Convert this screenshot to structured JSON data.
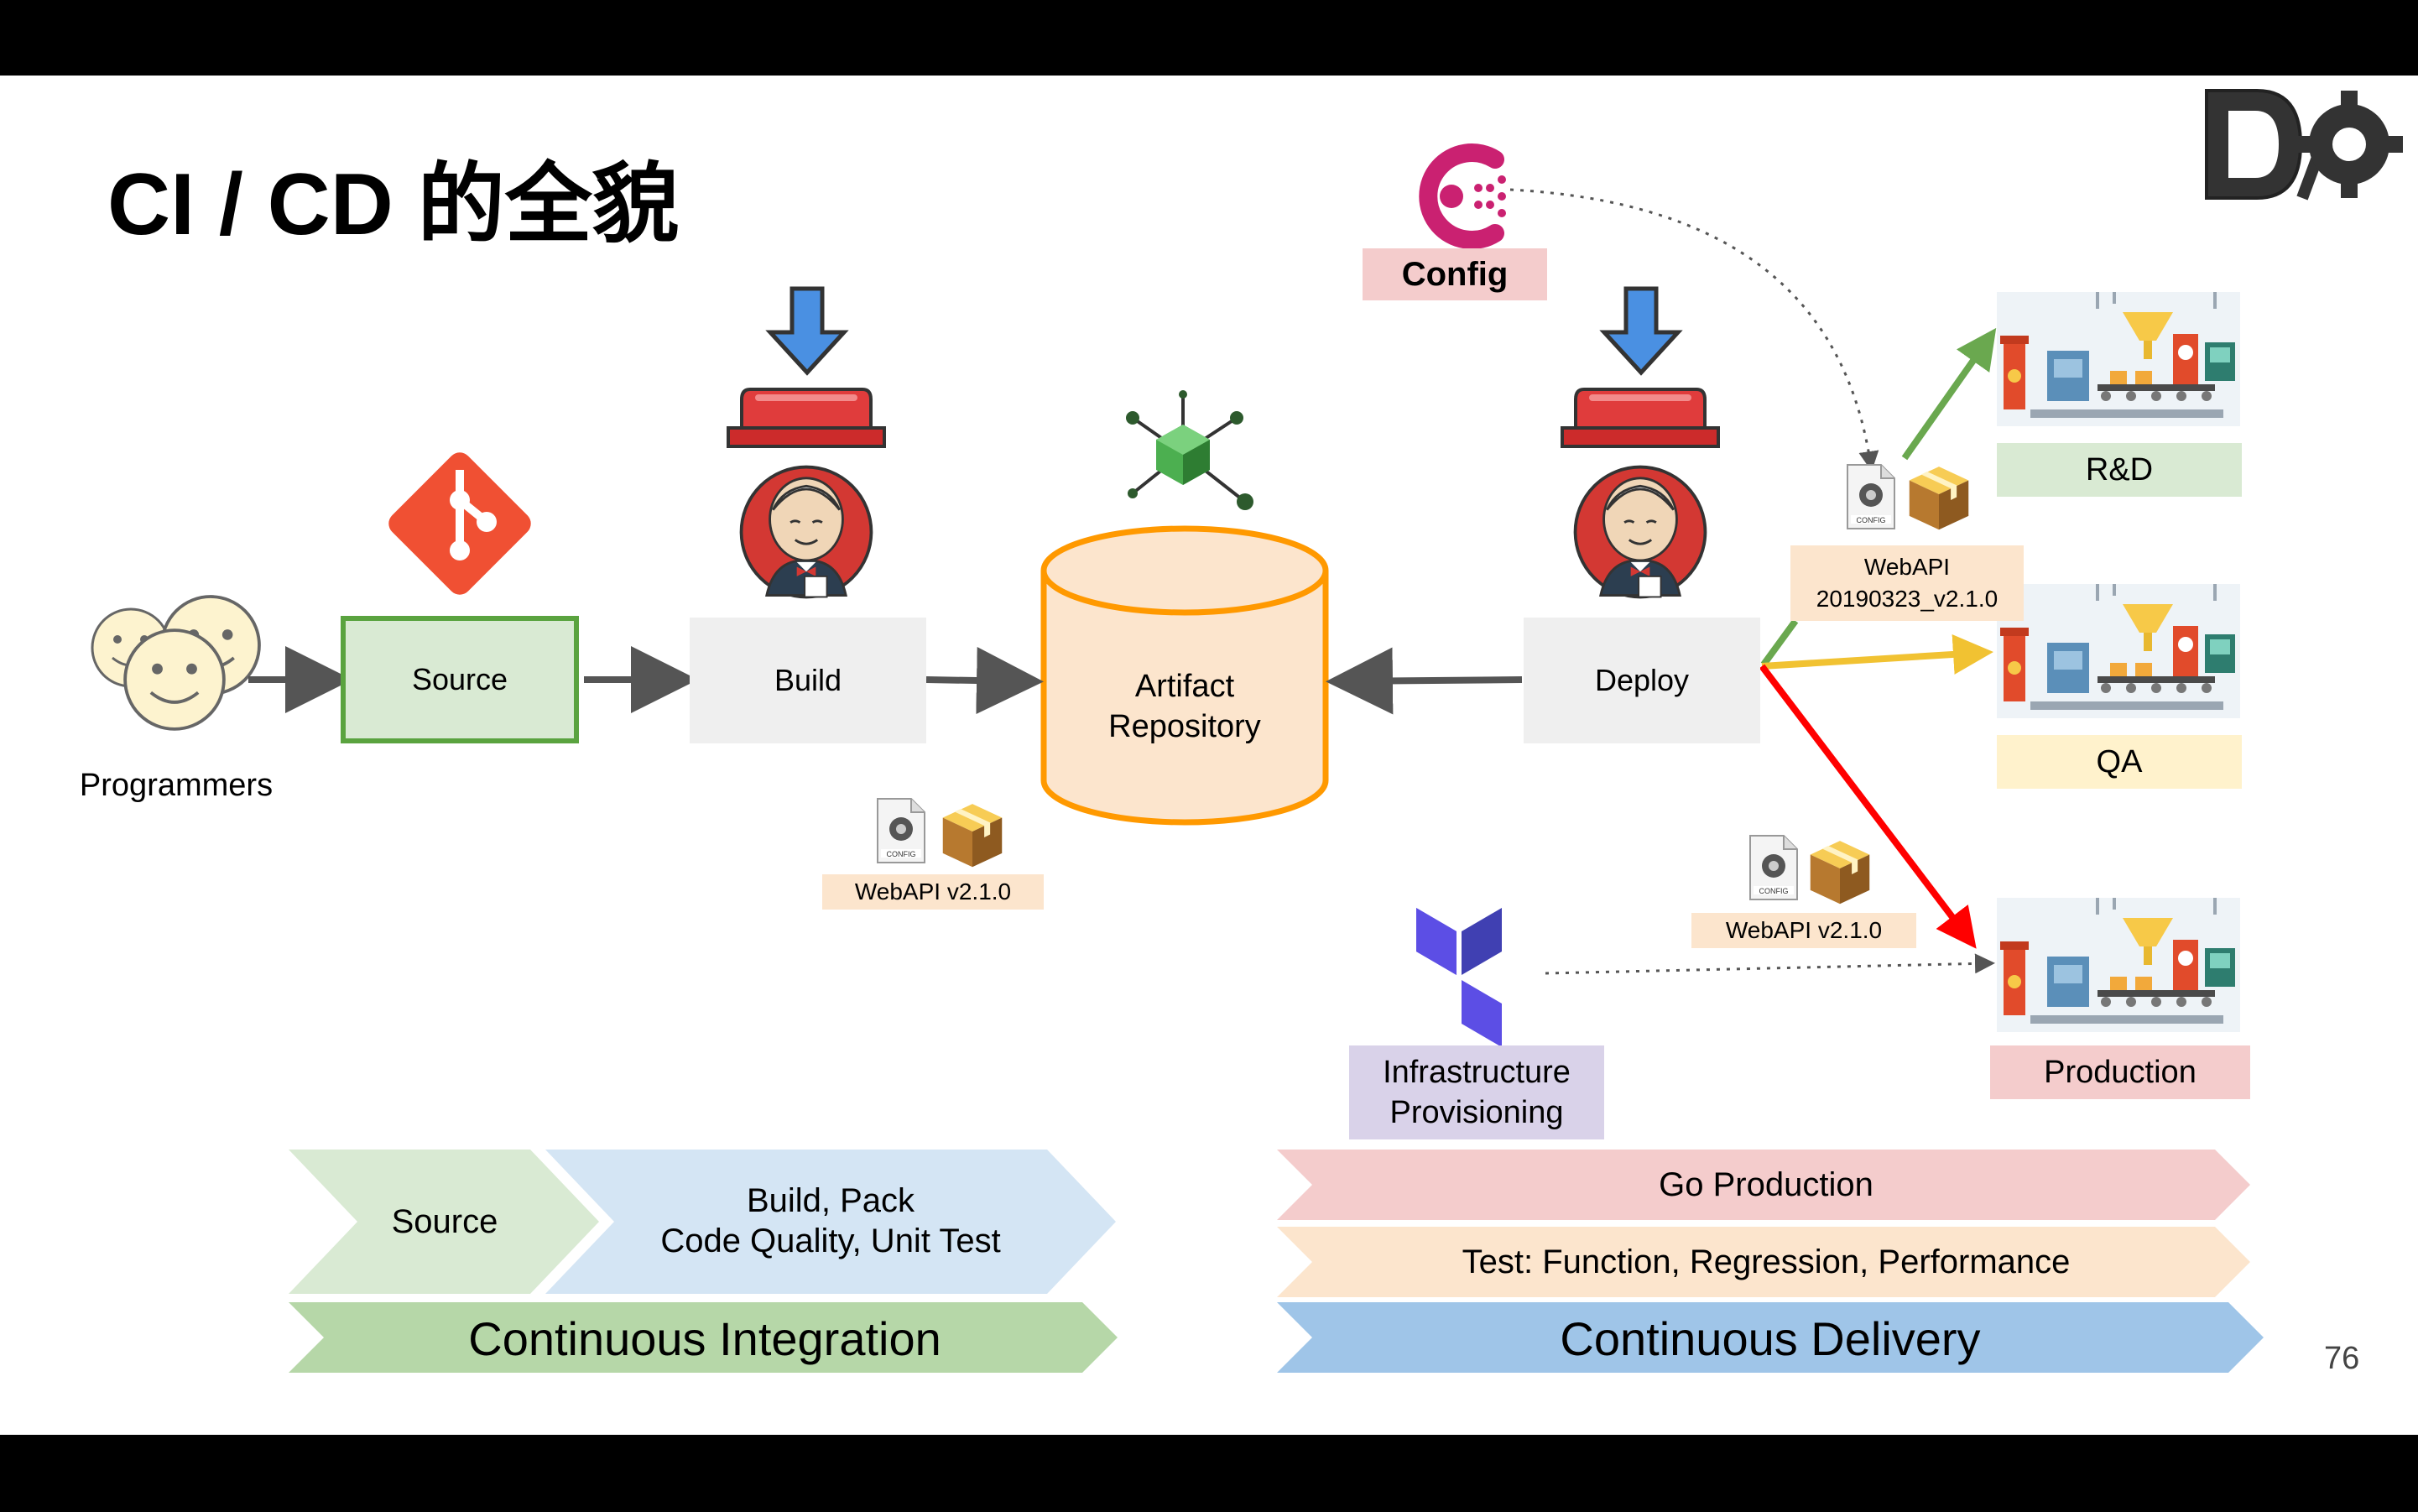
{
  "slide": {
    "title": "CI / CD 的全貌",
    "page_number": "76",
    "logo_icon": "devops-gear-logo-icon"
  },
  "ci_flow": {
    "programmers_label": "Programmers",
    "source_label": "Source",
    "build_label": "Build",
    "artifact_label_line1": "Artifact",
    "artifact_label_line2": "Repository",
    "build_package_label": "WebAPI v2.1.0"
  },
  "cd_flow": {
    "config_label": "Config",
    "deploy_label": "Deploy",
    "rd_package_line1": "WebAPI",
    "rd_package_line2": "20190323_v2.1.0",
    "prod_package_label": "WebAPI v2.1.0",
    "infra_line1": "Infrastructure",
    "infra_line2": "Provisioning"
  },
  "environments": {
    "rd": "R&D",
    "qa": "QA",
    "production": "Production"
  },
  "bands": {
    "source": "Source",
    "build_line1": "Build, Pack",
    "build_line2": "Code Quality, Unit Test",
    "ci": "Continuous Integration",
    "go_production": "Go Production",
    "test": "Test: Function, Regression, Performance",
    "cd": "Continuous Delivery"
  },
  "colors": {
    "source_border": "#5aa33f",
    "source_fill": "#d9ead3",
    "artifact_border": "#ff9900",
    "artifact_fill": "#fce5cd",
    "rd_arrow": "#6aa84f",
    "qa_arrow": "#f1c232",
    "prod_arrow": "#ff0000",
    "ci_band": "#b6d7a8",
    "cd_band": "#9fc5e8"
  }
}
